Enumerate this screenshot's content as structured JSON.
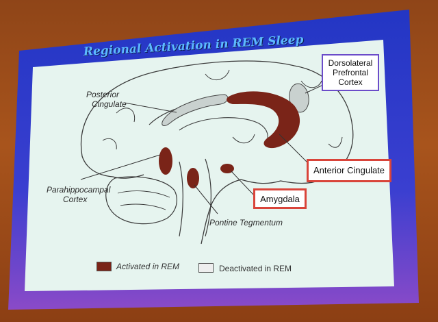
{
  "title": "Regional Activation in REM Sleep",
  "labels": {
    "posterior_cingulate": [
      "Posterior",
      "Cingulate"
    ],
    "parahippocampal": [
      "Parahippocampal",
      "Cortex"
    ],
    "pontine": "Pontine Tegmentum",
    "dorsolateral": [
      "Dorsolateral",
      "Prefrontal",
      "Cortex"
    ],
    "anterior_cingulate": "Anterior Cingulate",
    "amygdala": "Amygdala"
  },
  "legend": {
    "activated": "Activated in REM",
    "deactivated": "Deactivated in REM"
  },
  "colors": {
    "activated": "#7a2418",
    "deactivated": "#c9d1cf",
    "slide_bg": "#e6f4ef",
    "frame_blue": "#2a3fc8",
    "title": "#5cb8ff",
    "red_box": "#d9443a",
    "purple_box": "#6b4cc9"
  }
}
